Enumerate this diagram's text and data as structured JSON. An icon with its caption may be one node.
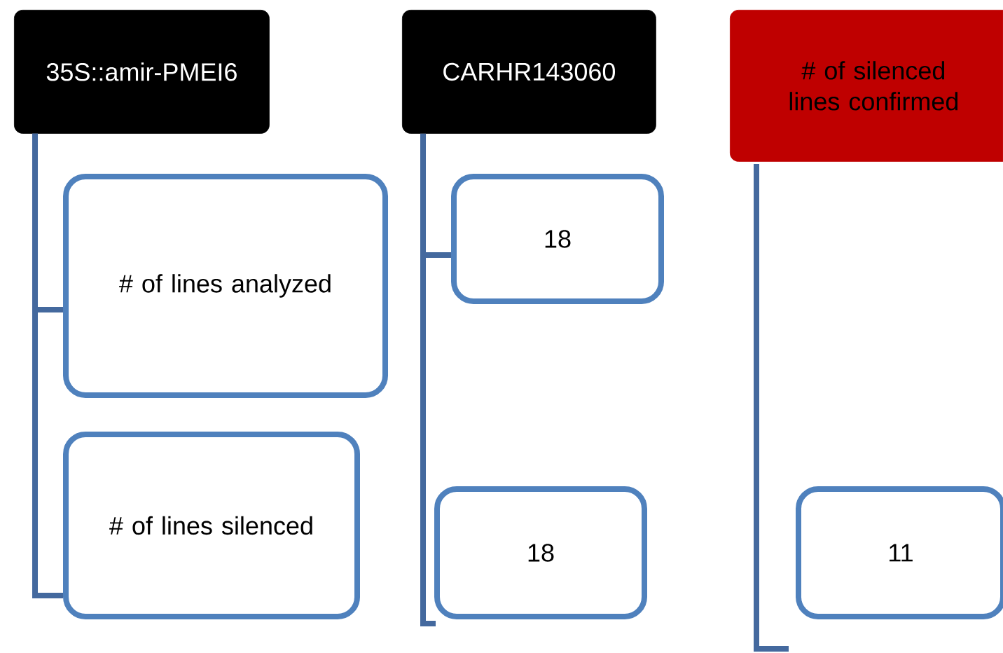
{
  "diagram": {
    "nodes": [
      {
        "text": [
          "35S::amir-PMEI6"
        ]
      },
      {
        "text": [
          "# of lines analyzed"
        ]
      },
      {
        "text": [
          "# of lines silenced"
        ]
      },
      {
        "text": [
          "CARHR143060"
        ]
      },
      {
        "text": [
          "18"
        ]
      },
      {
        "text": [
          "18"
        ]
      },
      {
        "text": [
          "# of silenced lines confirmed"
        ]
      },
      {
        "text": [
          "11"
        ]
      }
    ],
    "edges": [
      {
        "from": 0,
        "to": 1,
        "arrow": "none"
      },
      {
        "from": 0,
        "to": 2,
        "arrow": "none"
      },
      {
        "from": 3,
        "to": 4,
        "arrow": "none"
      }
    ]
  }
}
